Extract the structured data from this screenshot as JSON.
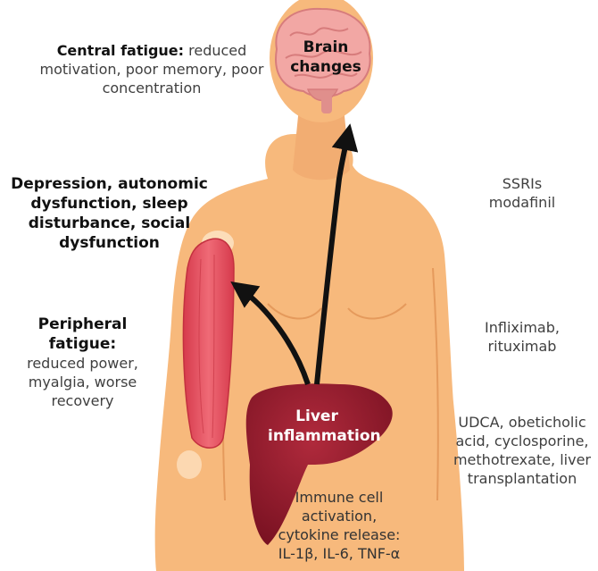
{
  "labels": {
    "brain": "Brain changes",
    "central_title": "Central fatigue:",
    "central_text": " reduced motivation, poor memory, poor concentration",
    "depression": "Depression, autonomic dysfunction, sleep disturbance, social dysfunction",
    "peripheral_title": "Peripheral fatigue:",
    "peripheral_text": "reduced power, myalgia, worse recovery",
    "liver": "Liver inflammation",
    "immune": "Immune cell activation, cytokine release: IL-1β, IL-6, TNF-α"
  },
  "treatments": {
    "central": "SSRIs modafinil",
    "peripheral": "Infliximab, rituximab",
    "liver": "UDCA, obeticholic acid, cyclosporine, methotrexate, liver transplantation"
  },
  "colors": {
    "skin": "#f7b97c",
    "skin_shade": "#eea66a",
    "muscle": "#e8505e",
    "liver": "#8e1a2a",
    "brain": "#f0a3a3",
    "arrow": "#111111"
  }
}
